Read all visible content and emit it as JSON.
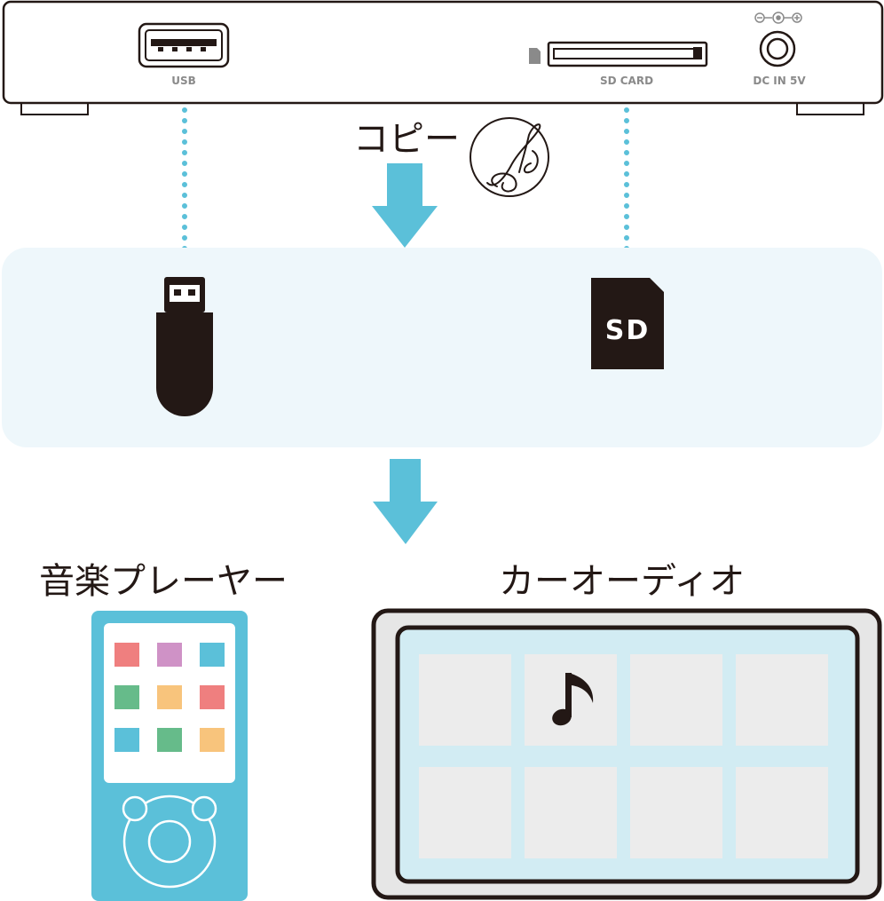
{
  "device": {
    "usb_port_label": "USB",
    "sd_slot_label": "SD CARD",
    "dc_label": "DC IN 5V"
  },
  "copy_label": "コピー",
  "sd_card_label": "SD",
  "destinations": {
    "music_player": "音楽プレーヤー",
    "car_audio": "カーオーディオ"
  },
  "colors": {
    "arrow": "#5bc0d9",
    "connector_dots": "#5bc0d9",
    "panel_bg": "#eef7fb",
    "outline": "#231815",
    "player_body": "#5bc0d9",
    "car_screen": "#d2ecf3",
    "car_tile": "#ececec",
    "app_tiles": [
      "#ef7f7f",
      "#cf92c6",
      "#5bc0d9",
      "#66bb8a",
      "#f8c47c",
      "#ef7f7f",
      "#5bc0d9",
      "#66bb8a",
      "#f8c47c"
    ]
  },
  "icons": {
    "music": "music-note-circle-icon",
    "usb_stick": "usb-stick-icon",
    "sd_card": "sd-card-icon",
    "car_note": "music-note-icon"
  }
}
